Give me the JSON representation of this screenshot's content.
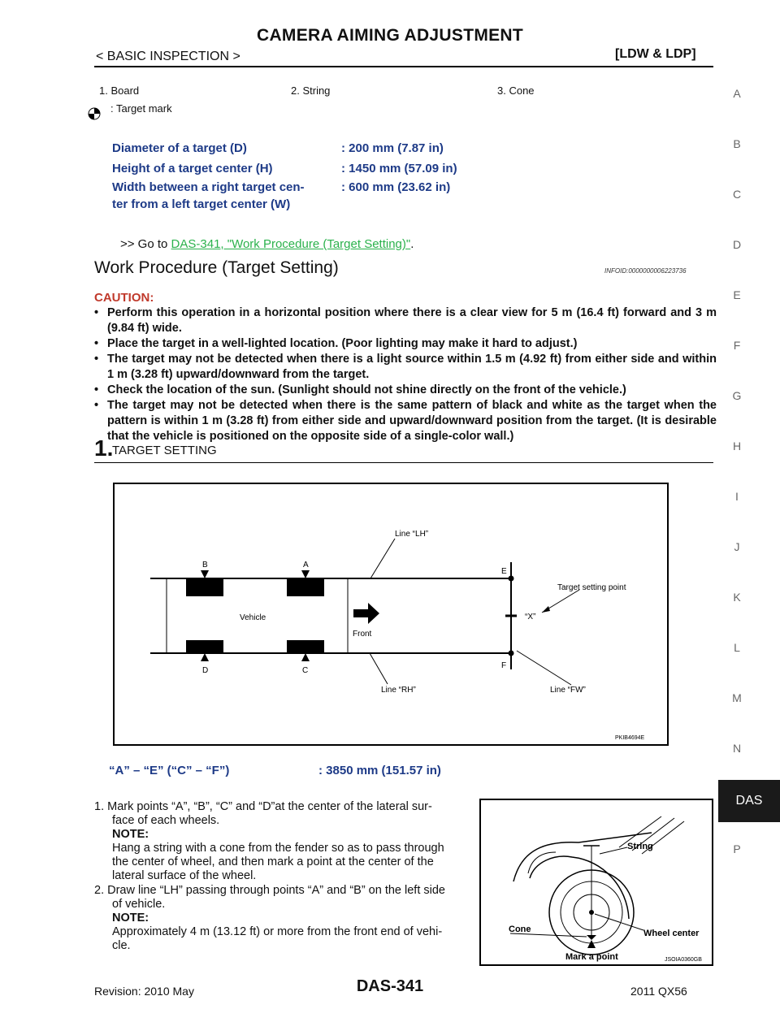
{
  "header": {
    "title": "CAMERA AIMING ADJUSTMENT",
    "section": "< BASIC INSPECTION >",
    "system": "[LDW & LDP]"
  },
  "legend": {
    "item1": "1.   Board",
    "item2": "2.   String",
    "item3": "3.   Cone",
    "target_mark": ": Target mark"
  },
  "specs": [
    {
      "label": "Diameter of a target (D)",
      "value": ": 200 mm (7.87 in)"
    },
    {
      "label": "Height of a target center (H)",
      "value": ": 1450 mm (57.09 in)"
    },
    {
      "label_line1": "Width between a right target cen-",
      "label_line2": "ter from a left target center (W)",
      "value": ": 600 mm (23.62 in)"
    }
  ],
  "goto": {
    "prefix": ">> Go to ",
    "link": "DAS-341, \"Work Procedure (Target Setting)\"",
    "suffix": "."
  },
  "section_title": "Work Procedure (Target Setting)",
  "infoid": "INFOID:0000000006223736",
  "caution": {
    "heading": "CAUTION:",
    "bullets": [
      "Perform this operation in a horizontal position where there is a clear view for 5 m (16.4 ft) forward and 3 m (9.84 ft) wide.",
      "Place the target in a well-lighted location. (Poor lighting may make it hard to adjust.)",
      "The target may not be detected when there is a light source within 1.5 m (4.92 ft) from either side and within 1 m (3.28 ft) upward/downward from the target.",
      "Check the location of the sun. (Sunlight should not shine directly on the front of the vehicle.)",
      "The target may not be detected when there is the same pattern of black and white as the target when the pattern is within 1 m (3.28 ft) from either side and upward/downward position from the target. (It is desirable that the vehicle is positioned on the opposite side of a single-color wall.)"
    ]
  },
  "step": {
    "number": "1.",
    "label": "TARGET SETTING"
  },
  "diagram1": {
    "line_lh": "Line “LH”",
    "line_rh": "Line “RH”",
    "line_fw": "Line “FW”",
    "vehicle": "Vehicle",
    "front": "Front",
    "target_point": "Target setting point",
    "x": "“X”",
    "a": "A",
    "b": "B",
    "c": "C",
    "d": "D",
    "e": "E",
    "f": "F",
    "code": "PKIB4694E"
  },
  "distance": {
    "label": "“A” – “E” (“C” – “F”)",
    "value": ": 3850 mm (151.57 in)"
  },
  "instructions": {
    "s1_line1": "1.  Mark points “A”, “B”, “C” and “D”at the center of the lateral sur-",
    "s1_line2": "face of each wheels.",
    "note": "NOTE:",
    "n1_line1": "Hang a string with a cone from the fender so as to pass through",
    "n1_line2": "the center of wheel, and then mark a point at the center of the",
    "n1_line3": "lateral surface of the wheel.",
    "s2_line1": "2.  Draw line “LH” passing through points “A” and “B” on the left side",
    "s2_line2": "of vehicle.",
    "n2_line1": "Approximately 4 m (13.12 ft) or more from the front end of vehi-",
    "n2_line2": "cle."
  },
  "diagram2": {
    "string": "String",
    "wheel_center": "Wheel center",
    "cone": "Cone",
    "mark": "Mark a point",
    "code": "JSOIA0360GB"
  },
  "side_index": [
    "A",
    "B",
    "C",
    "D",
    "E",
    "F",
    "G",
    "H",
    "I",
    "J",
    "K",
    "L",
    "M",
    "N",
    "DAS",
    "P"
  ],
  "footer": {
    "revision": "Revision: 2010 May",
    "page": "DAS-341",
    "model": "2011 QX56"
  }
}
